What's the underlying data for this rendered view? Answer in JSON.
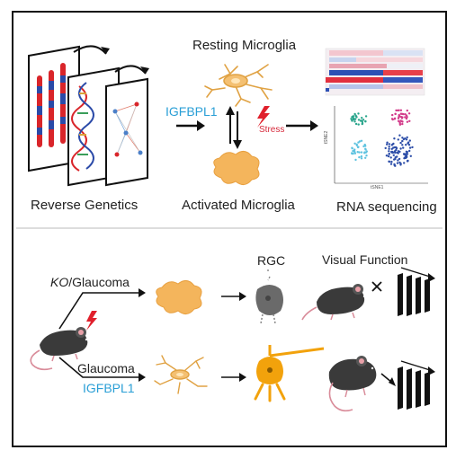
{
  "top": {
    "reverse_genetics": "Reverse Genetics",
    "resting_microglia": "Resting Microglia",
    "activated_microglia": "Activated Microglia",
    "rna_sequencing": "RNA sequencing",
    "igfbpl1": "IGFBPL1",
    "stress": "Stress",
    "tsne_x": "tSNE1",
    "tsne_y": "tSNE2"
  },
  "bottom": {
    "rgc": "RGC",
    "visual_function": "Visual Function",
    "ko": "KO",
    "ko_suffix": "/Glaucoma",
    "glaucoma": "Glaucoma",
    "igfbpl1": "IGFBPL1"
  },
  "colors": {
    "igfbpl1": "#2a9fd6",
    "stress": "#d6283a",
    "microglia": "#f2b45c",
    "border": "#111111"
  }
}
